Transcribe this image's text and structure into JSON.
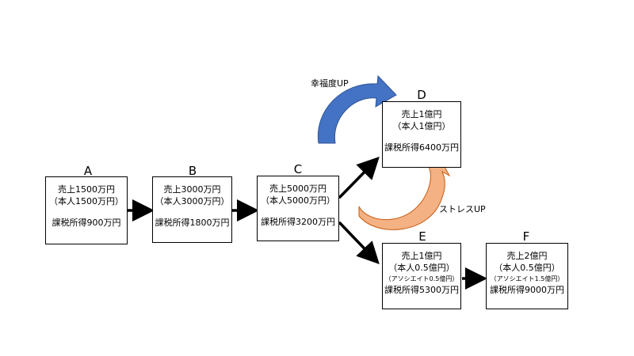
{
  "nodes": {
    "A": {
      "label": "A",
      "lines": [
        "売上1500万円",
        "（本人1500万円）"
      ],
      "income": "課税所得900万円"
    },
    "B": {
      "label": "B",
      "lines": [
        "売上3000万円",
        "（本人3000万円）"
      ],
      "income": "課税所得1800万円"
    },
    "C": {
      "label": "C",
      "lines": [
        "売上5000万円",
        "（本人5000万円）"
      ],
      "income": "課税所得3200万円"
    },
    "D": {
      "label": "D",
      "lines": [
        "売上1億円",
        "（本人1億円）"
      ],
      "income": "課税所得6400万円"
    },
    "E": {
      "label": "E",
      "lines": [
        "売上1億円",
        "（本人0.5億円）"
      ],
      "note": "（アソシエイト0.5億円）",
      "income": "課税所得5300万円"
    },
    "F": {
      "label": "F",
      "lines": [
        "売上2億円",
        "（本人0.5億円）"
      ],
      "note": "（アソシエイト1.5億円）",
      "income": "課税所得9000万円"
    }
  },
  "annotations": {
    "happiness": "幸福度UP",
    "stress": "ストレスUP"
  },
  "colors": {
    "happiness_arrow": "#4472C4",
    "stress_arrow": "#F4B183",
    "arrow": "#000000"
  }
}
